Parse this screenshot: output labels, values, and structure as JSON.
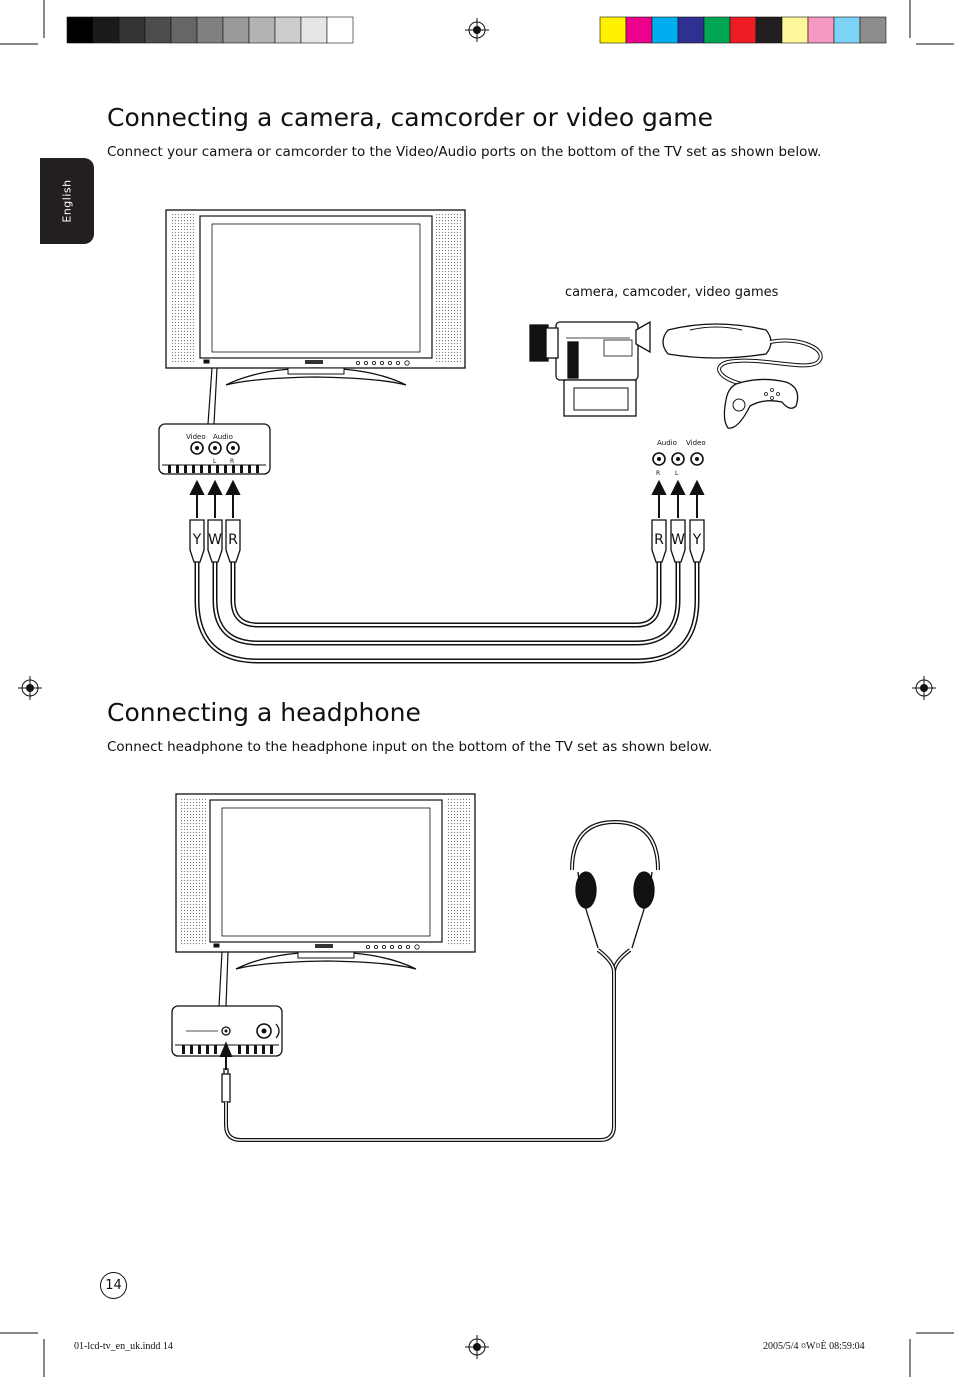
{
  "side_tab": {
    "label": "English"
  },
  "section1": {
    "title": "Connecting a camera, camcorder or video game",
    "description": "Connect your camera or camcorder to the Video/Audio ports on the bottom of the TV set as shown below.",
    "device_caption": "camera, camcoder, video games",
    "tv_port_labels": {
      "video": "Video",
      "audio": "Audio",
      "left": "L",
      "right": "R"
    },
    "device_port_labels": {
      "audio": "Audio",
      "video": "Video",
      "right": "R",
      "left": "L"
    },
    "plugs_tv_side": [
      "Y",
      "W",
      "R"
    ],
    "plugs_device_side": [
      "R",
      "W",
      "Y"
    ]
  },
  "section2": {
    "title": "Connecting a headphone",
    "description": "Connect headphone to the headphone input on the bottom of the TV set as shown below."
  },
  "footer": {
    "page_number": "14",
    "file_slug": "01-lcd-tv_en_uk.indd   14",
    "date_slug": "2005/5/4   ¤W¤È 08:59:04"
  },
  "print_marks": {
    "gray_swatches": [
      "#000000",
      "#1a1a1a",
      "#333333",
      "#4d4d4d",
      "#666666",
      "#808080",
      "#999999",
      "#b3b3b3",
      "#cccccc",
      "#e6e6e6",
      "#ffffff"
    ],
    "color_swatches": [
      "#fff200",
      "#ec008c",
      "#00aeef",
      "#2e3192",
      "#00a651",
      "#ed1c24",
      "#231f20",
      "#fff799",
      "#f49ac1",
      "#7dd3f5",
      "#8c8c8c"
    ]
  }
}
